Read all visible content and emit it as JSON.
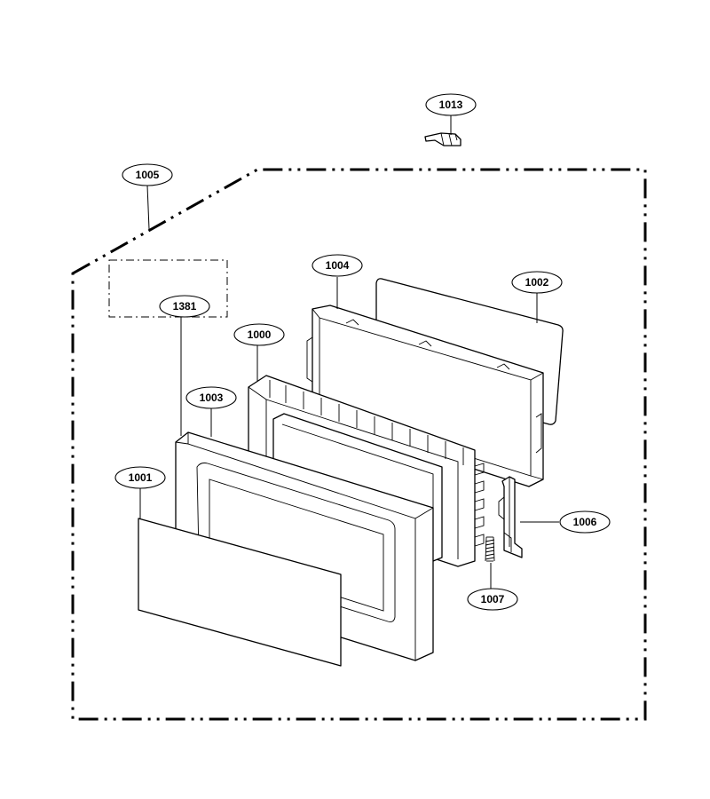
{
  "diagram": {
    "type": "exploded-parts-view",
    "callouts": [
      {
        "id": "1013",
        "label": "1013"
      },
      {
        "id": "1005",
        "label": "1005"
      },
      {
        "id": "1004",
        "label": "1004"
      },
      {
        "id": "1002",
        "label": "1002"
      },
      {
        "id": "1381",
        "label": "1381"
      },
      {
        "id": "1000",
        "label": "1000"
      },
      {
        "id": "1003",
        "label": "1003"
      },
      {
        "id": "1001",
        "label": "1001"
      },
      {
        "id": "1006",
        "label": "1006"
      },
      {
        "id": "1007",
        "label": "1007"
      }
    ]
  }
}
